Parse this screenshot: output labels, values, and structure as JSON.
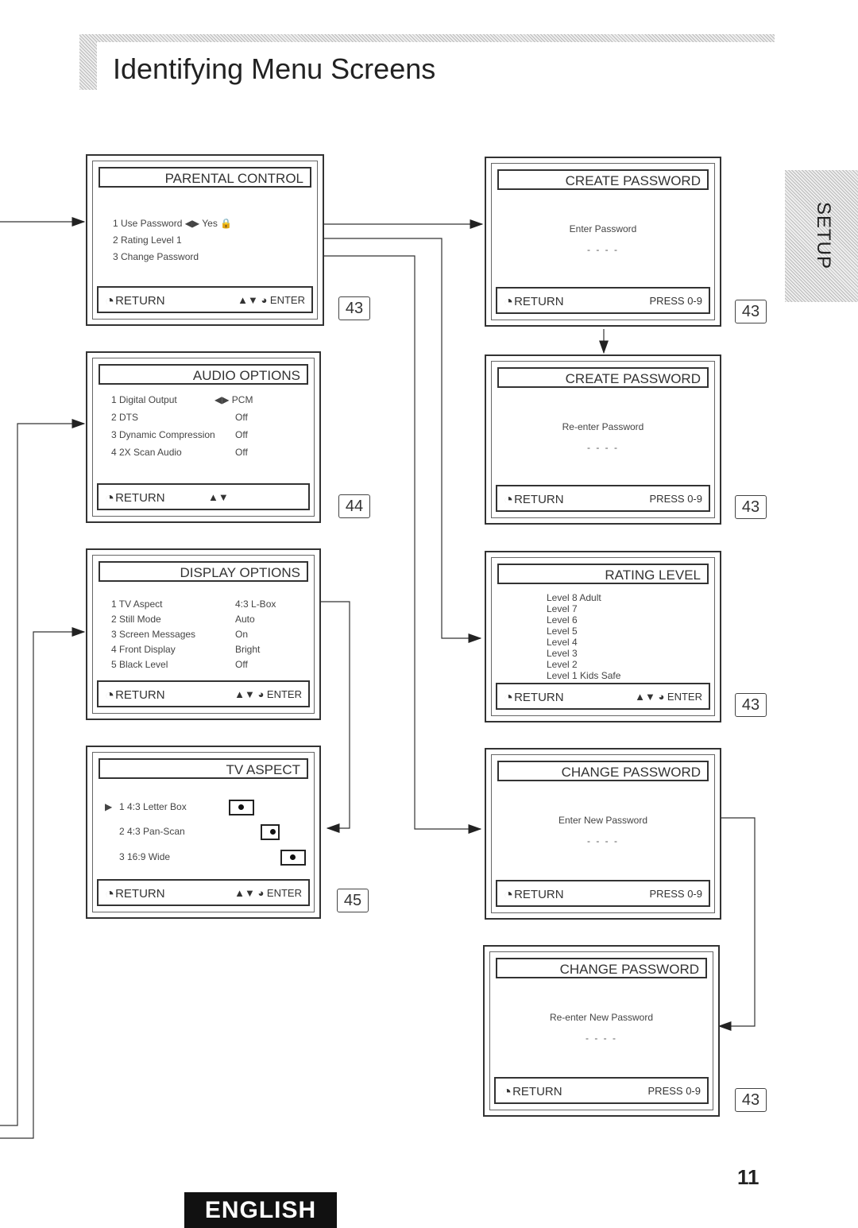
{
  "header": {
    "title": "Identifying Menu Screens"
  },
  "side_tab": {
    "label": "SETUP"
  },
  "screens": {
    "parental": {
      "title": "PARENTAL CONTROL",
      "items": [
        "1  Use Password   ◀▶ Yes 🔒",
        "2  Rating Level          1",
        "3  Change Password"
      ],
      "return": "RETURN",
      "right": "▲▼ ◕ ENTER",
      "ref": "43"
    },
    "audio": {
      "title": "AUDIO OPTIONS",
      "items": [
        "1 Digital Output",
        "2 DTS",
        "3 Dynamic Compression",
        "4 2X Scan Audio"
      ],
      "values": [
        "◀▶  PCM",
        "Off",
        "Off",
        "Off"
      ],
      "return": "RETURN",
      "right": "▲▼",
      "ref": "44"
    },
    "display": {
      "title": "DISPLAY OPTIONS",
      "items": [
        "1 TV Aspect",
        "2 Still Mode",
        "3 Screen Messages",
        "4 Front Display",
        "5 Black Level"
      ],
      "values": [
        "4:3 L-Box",
        "Auto",
        "On",
        "Bright",
        "Off"
      ],
      "return": "RETURN",
      "right": "▲▼ ◕ ENTER"
    },
    "tvaspect": {
      "title": "TV ASPECT",
      "items": [
        "1   4:3 Letter Box",
        "2   4:3 Pan-Scan",
        "3   16:9 Wide"
      ],
      "selected_marker": "▶",
      "return": "RETURN",
      "right": "▲▼ ◕ ENTER",
      "ref": "45"
    },
    "create1": {
      "title": "CREATE PASSWORD",
      "prompt": "Enter Password",
      "dashes": "- - - -",
      "return": "RETURN",
      "right": "PRESS 0-9",
      "ref": "43"
    },
    "create2": {
      "title": "CREATE PASSWORD",
      "prompt": "Re-enter Password",
      "dashes": "- - - -",
      "return": "RETURN",
      "right": "PRESS 0-9",
      "ref": "43"
    },
    "rating": {
      "title": "RATING LEVEL",
      "levels": [
        "Level 8 Adult",
        "Level 7",
        "Level 6",
        "Level 5",
        "Level 4",
        "Level 3",
        "Level 2",
        "Level 1 Kids Safe"
      ],
      "return": "RETURN",
      "right": "▲▼ ◕ ENTER",
      "ref": "43"
    },
    "change1": {
      "title": "CHANGE PASSWORD",
      "prompt": "Enter New Password",
      "dashes": "- - - -",
      "return": "RETURN",
      "right": "PRESS 0-9"
    },
    "change2": {
      "title": "CHANGE PASSWORD",
      "prompt": "Re-enter New Password",
      "dashes": "- - - -",
      "return": "RETURN",
      "right": "PRESS 0-9",
      "ref": "43"
    }
  },
  "footer": {
    "page_number": "11",
    "language": "ENGLISH"
  }
}
